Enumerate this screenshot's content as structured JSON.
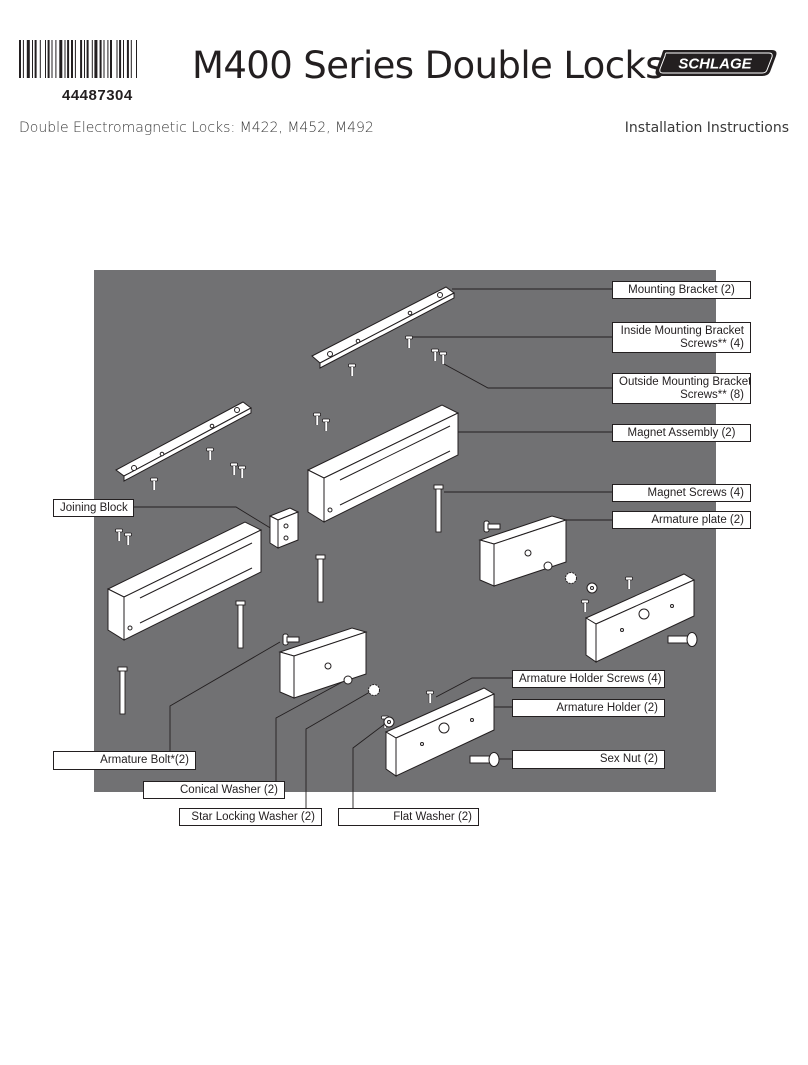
{
  "header": {
    "part_number": "44487304",
    "title": "M400 Series Double Locks",
    "brand": "SCHLAGE",
    "subtitle": "Double Electromagnetic Locks: M422, M452, M492",
    "doc_type": "Installation Instructions"
  },
  "callouts": {
    "mounting_bracket": "Mounting Bracket (2)",
    "inside_screws_1": "Inside Mounting Bracket",
    "inside_screws_2": "Screws** (4)",
    "outside_screws_1": "Outside Mounting Bracket",
    "outside_screws_2": "Screws** (8)",
    "magnet_assembly": "Magnet Assembly (2)",
    "joining_block": "Joining Block",
    "magnet_screws": "Magnet Screws (4)",
    "armature_plate": "Armature plate (2)",
    "armature_holder_screws": "Armature Holder Screws (4)",
    "armature_holder": "Armature Holder (2)",
    "sex_nut": "Sex Nut (2)",
    "armature_bolt": "Armature Bolt*(2)",
    "conical_washer": "Conical Washer (2)",
    "star_locking_washer": "Star Locking Washer (2)",
    "flat_washer": "Flat Washer (2)"
  },
  "colors": {
    "panel": "#717173",
    "text": "#231f20",
    "brand_bg": "#231f20"
  }
}
